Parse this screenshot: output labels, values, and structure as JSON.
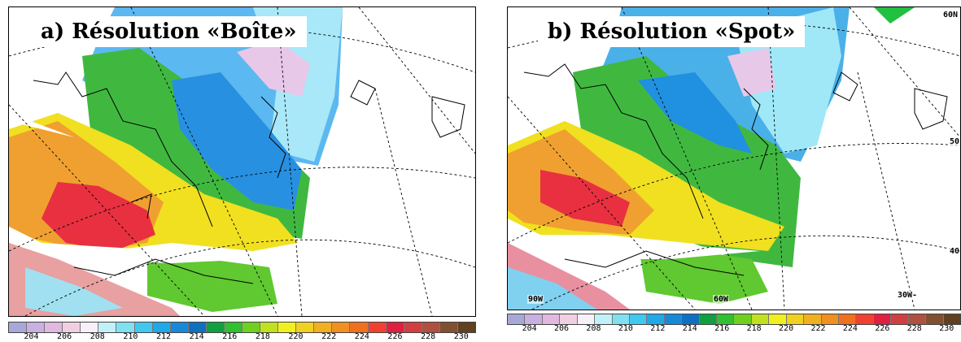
{
  "panels": [
    {
      "title": "a) Résolution «Boîte»",
      "colorbar_ticks": [
        "204",
        "206",
        "208",
        "210",
        "212",
        "214",
        "216",
        "218",
        "220",
        "222",
        "224",
        "226",
        "228",
        "230"
      ],
      "map_labels": []
    },
    {
      "title": "b) Résolution «Spot»",
      "colorbar_ticks": [
        "204",
        "206",
        "208",
        "210",
        "212",
        "214",
        "216",
        "218",
        "220",
        "222",
        "224",
        "226",
        "228",
        "230"
      ],
      "map_labels": [
        "60N",
        "50",
        "40",
        "90W",
        "60W",
        "30W-"
      ]
    }
  ],
  "colorbar_colors": [
    "#a8a8d8",
    "#c8b0e0",
    "#e0b8e0",
    "#f0d0e0",
    "#f8f0f8",
    "#c0f0f8",
    "#80e0f0",
    "#40c8f0",
    "#20a8e8",
    "#1888d8",
    "#1070c0",
    "#10a040",
    "#30c030",
    "#70d020",
    "#c0e020",
    "#f0f020",
    "#f0d020",
    "#f0b020",
    "#f09020",
    "#f07020",
    "#f04030",
    "#e02040",
    "#d04040",
    "#b05040",
    "#805030",
    "#604020"
  ],
  "map_colors": {
    "land_outline": "#000000",
    "graticule": "#000000",
    "background": "#ffffff"
  }
}
